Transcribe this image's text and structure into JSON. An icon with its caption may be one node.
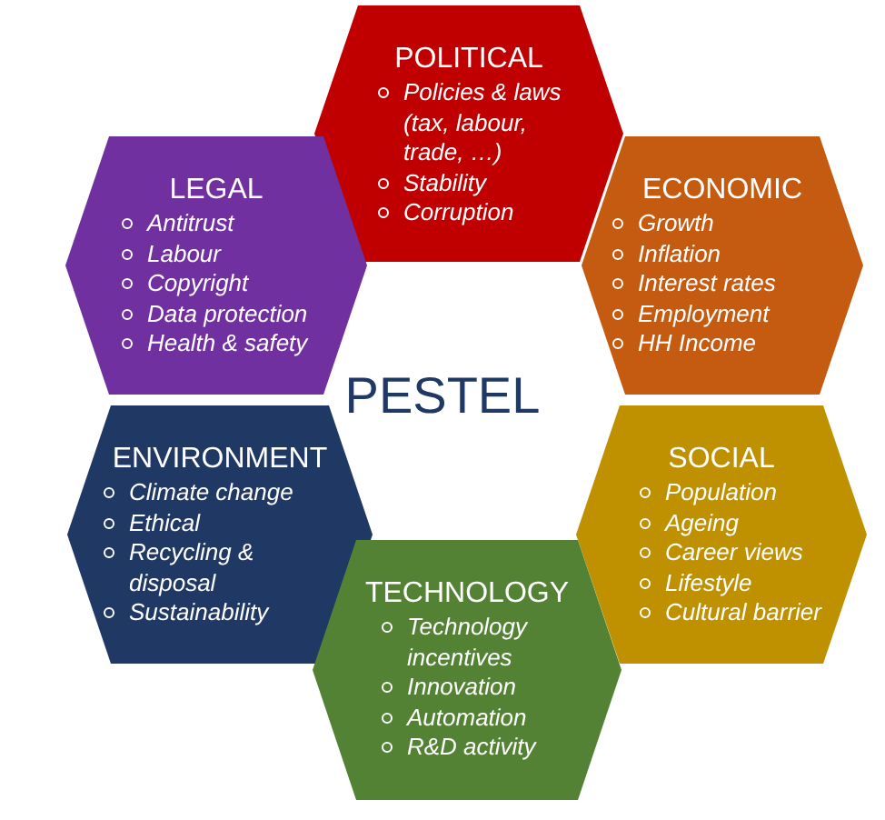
{
  "diagram": {
    "title": "PESTEL",
    "nodes": [
      {
        "text": [
          "POLITICAL",
          "Policies & laws (tax, labour, trade, …)",
          "Stability",
          "Corruption"
        ]
      },
      {
        "text": [
          "LEGAL",
          "Antitrust",
          "Labour",
          "Copyright",
          "Data protection",
          "Health & safety"
        ]
      },
      {
        "text": [
          "ECONOMIC",
          "Growth",
          "Inflation",
          "Interest rates",
          "Employment",
          "HH Income"
        ]
      },
      {
        "text": [
          "ENVIRONMENT",
          "Climate change",
          "Ethical",
          "Recycling & disposal",
          "Sustainability"
        ]
      },
      {
        "text": [
          "SOCIAL",
          "Population",
          "Ageing",
          "Career views",
          "Lifestyle",
          "Cultural barrier"
        ]
      },
      {
        "text": [
          "TECHNOLOGY",
          "Technology incentives",
          "Innovation",
          "Automation",
          "R&D activity"
        ]
      }
    ]
  }
}
